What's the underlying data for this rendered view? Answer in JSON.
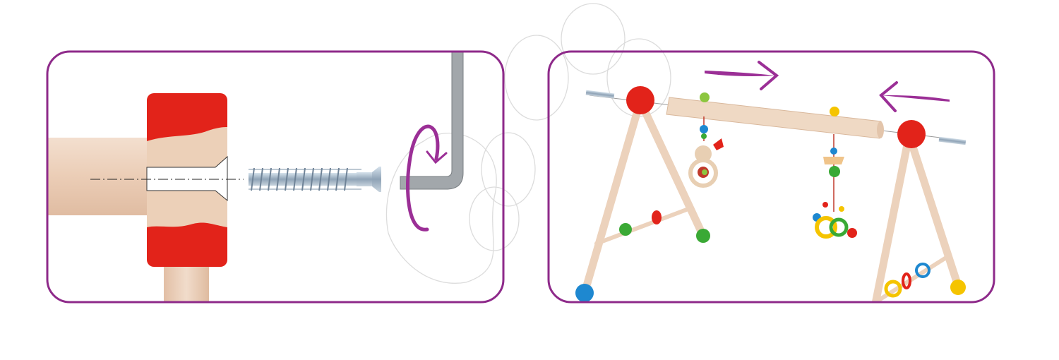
{
  "figure": {
    "panels": [
      {
        "id": "step-screw-insert",
        "icons": [
          "wooden-dowel",
          "red-end-cap",
          "countersunk-hole",
          "screw",
          "allen-key",
          "rotate-arrow"
        ]
      },
      {
        "id": "step-assemble-gym",
        "icons": [
          "play-gym-frame",
          "top-bar",
          "hanging-toys",
          "push-arrow-right",
          "push-arrow-left",
          "screw"
        ]
      }
    ],
    "watermark": "paw-print-outline"
  },
  "colors": {
    "frame": "#8e2a8a",
    "arrow": "#9b2f96",
    "wood": "#ecd2bc",
    "red": "#e2231a",
    "steel": "#9aa3ab",
    "watermark": "#dcdcdc"
  }
}
